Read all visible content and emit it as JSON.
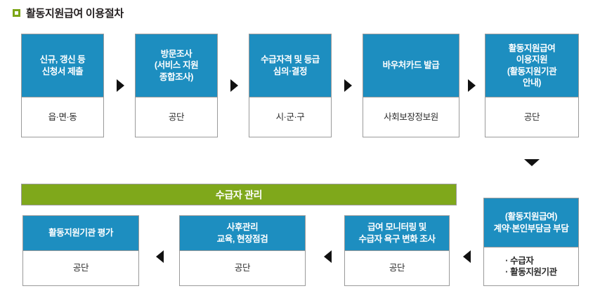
{
  "title": {
    "bullet_icon": "green-square-bullet",
    "text": "활동지원급여 이용절차"
  },
  "colors": {
    "header_blue": "#1d8ec0",
    "band_green": "#7fa81b",
    "bullet_green": "#7ca617",
    "border_gray": "#9a9a9a",
    "text_dark": "#2b2b2b",
    "arrow_black": "#111111"
  },
  "row1": {
    "steps": [
      {
        "head": "신규, 갱신 등\n신청서 제출",
        "body": "읍·면·동"
      },
      {
        "head": "방문조사\n(서비스 지원\n종합조사)",
        "body": "공단"
      },
      {
        "head": "수급자격 및 등급\n심의·결정",
        "body": "시·군·구"
      },
      {
        "head": "바우처카드 발급",
        "body": "사회보장정보원"
      },
      {
        "head": "활동지원급여\n이용지원\n(활동지원기관\n안내)",
        "body": "공단"
      }
    ],
    "connectors": [
      "arrow-right-icon",
      "arrow-right-icon",
      "arrow-right-icon",
      "arrow-right-icon"
    ]
  },
  "vertical_connector": "arrow-down-icon",
  "band": {
    "label": "수급자 관리"
  },
  "row2": {
    "steps": [
      {
        "head": "(활동지원급여)\n계약·본인부담금 부담",
        "body": "· 수급자\n· 활동지원기관",
        "body_style": "bold-left"
      },
      {
        "head": "급여 모니터링 및\n수급자 욕구 변화 조사",
        "body": "공단"
      },
      {
        "head": "사후관리\n교육, 현장점검",
        "body": "공단"
      },
      {
        "head": "활동지원기관 평가",
        "body": "공단"
      }
    ],
    "connectors": [
      "arrow-left-icon",
      "arrow-left-icon",
      "arrow-left-icon"
    ]
  }
}
